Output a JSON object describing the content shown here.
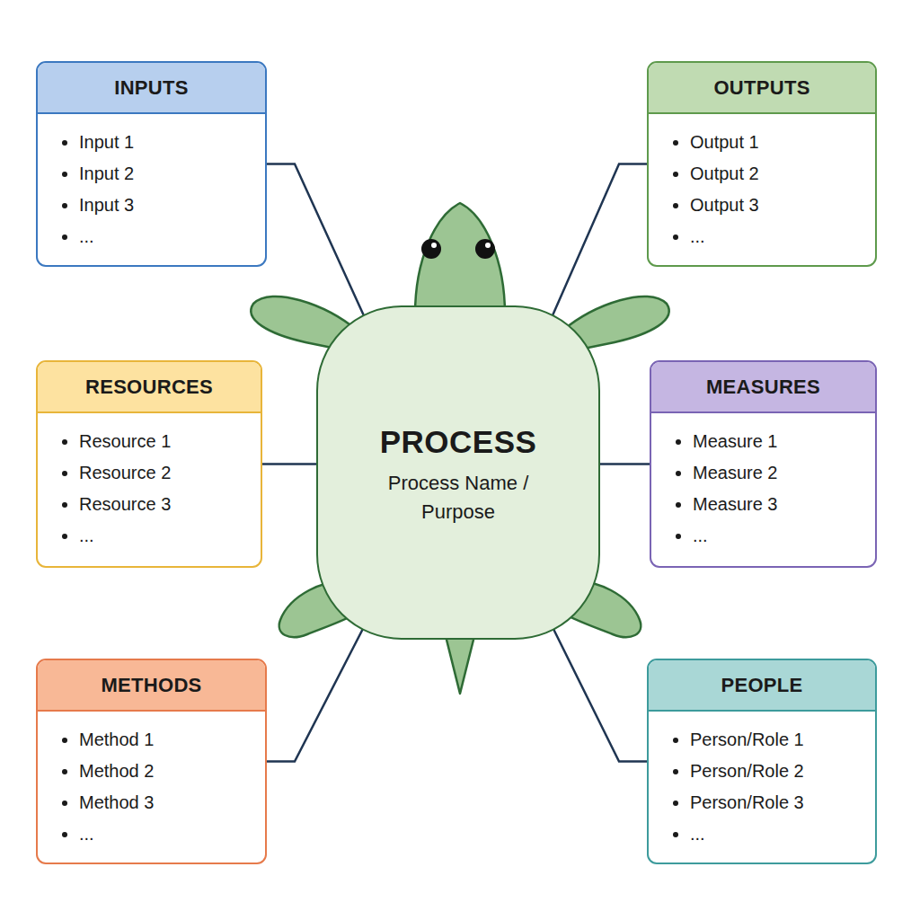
{
  "diagram": {
    "nodes": [
      {
        "text": [
          "INPUTS",
          "Input 1",
          "Input 2",
          "Input 3",
          "..."
        ]
      },
      {
        "text": [
          "OUTPUTS",
          "Output 1",
          "Output 2",
          "Output 3",
          "..."
        ]
      },
      {
        "text": [
          "RESOURCES",
          "Resource 1",
          "Resource 2",
          "Resource 3",
          "..."
        ]
      },
      {
        "text": [
          "PROCESS",
          "Process Name / Purpose"
        ]
      },
      {
        "text": [
          "MEASURES",
          "Measure 1",
          "Measure 2",
          "Measure 3",
          "..."
        ]
      },
      {
        "text": [
          "METHODS",
          "Method 1",
          "Method 2",
          "Method 3",
          "..."
        ]
      },
      {
        "text": [
          "PEOPLE",
          "Person/Role 1",
          "Person/Role 2",
          "Person/Role 3",
          "..."
        ]
      }
    ],
    "edges": [
      {
        "from": 0,
        "to": 3,
        "arrow": "none"
      },
      {
        "from": 1,
        "to": 3,
        "arrow": "none"
      },
      {
        "from": 2,
        "to": 3,
        "arrow": "none"
      },
      {
        "from": 4,
        "to": 3,
        "arrow": "none"
      },
      {
        "from": 5,
        "to": 3,
        "arrow": "none"
      },
      {
        "from": 6,
        "to": 3,
        "arrow": "none"
      }
    ]
  }
}
